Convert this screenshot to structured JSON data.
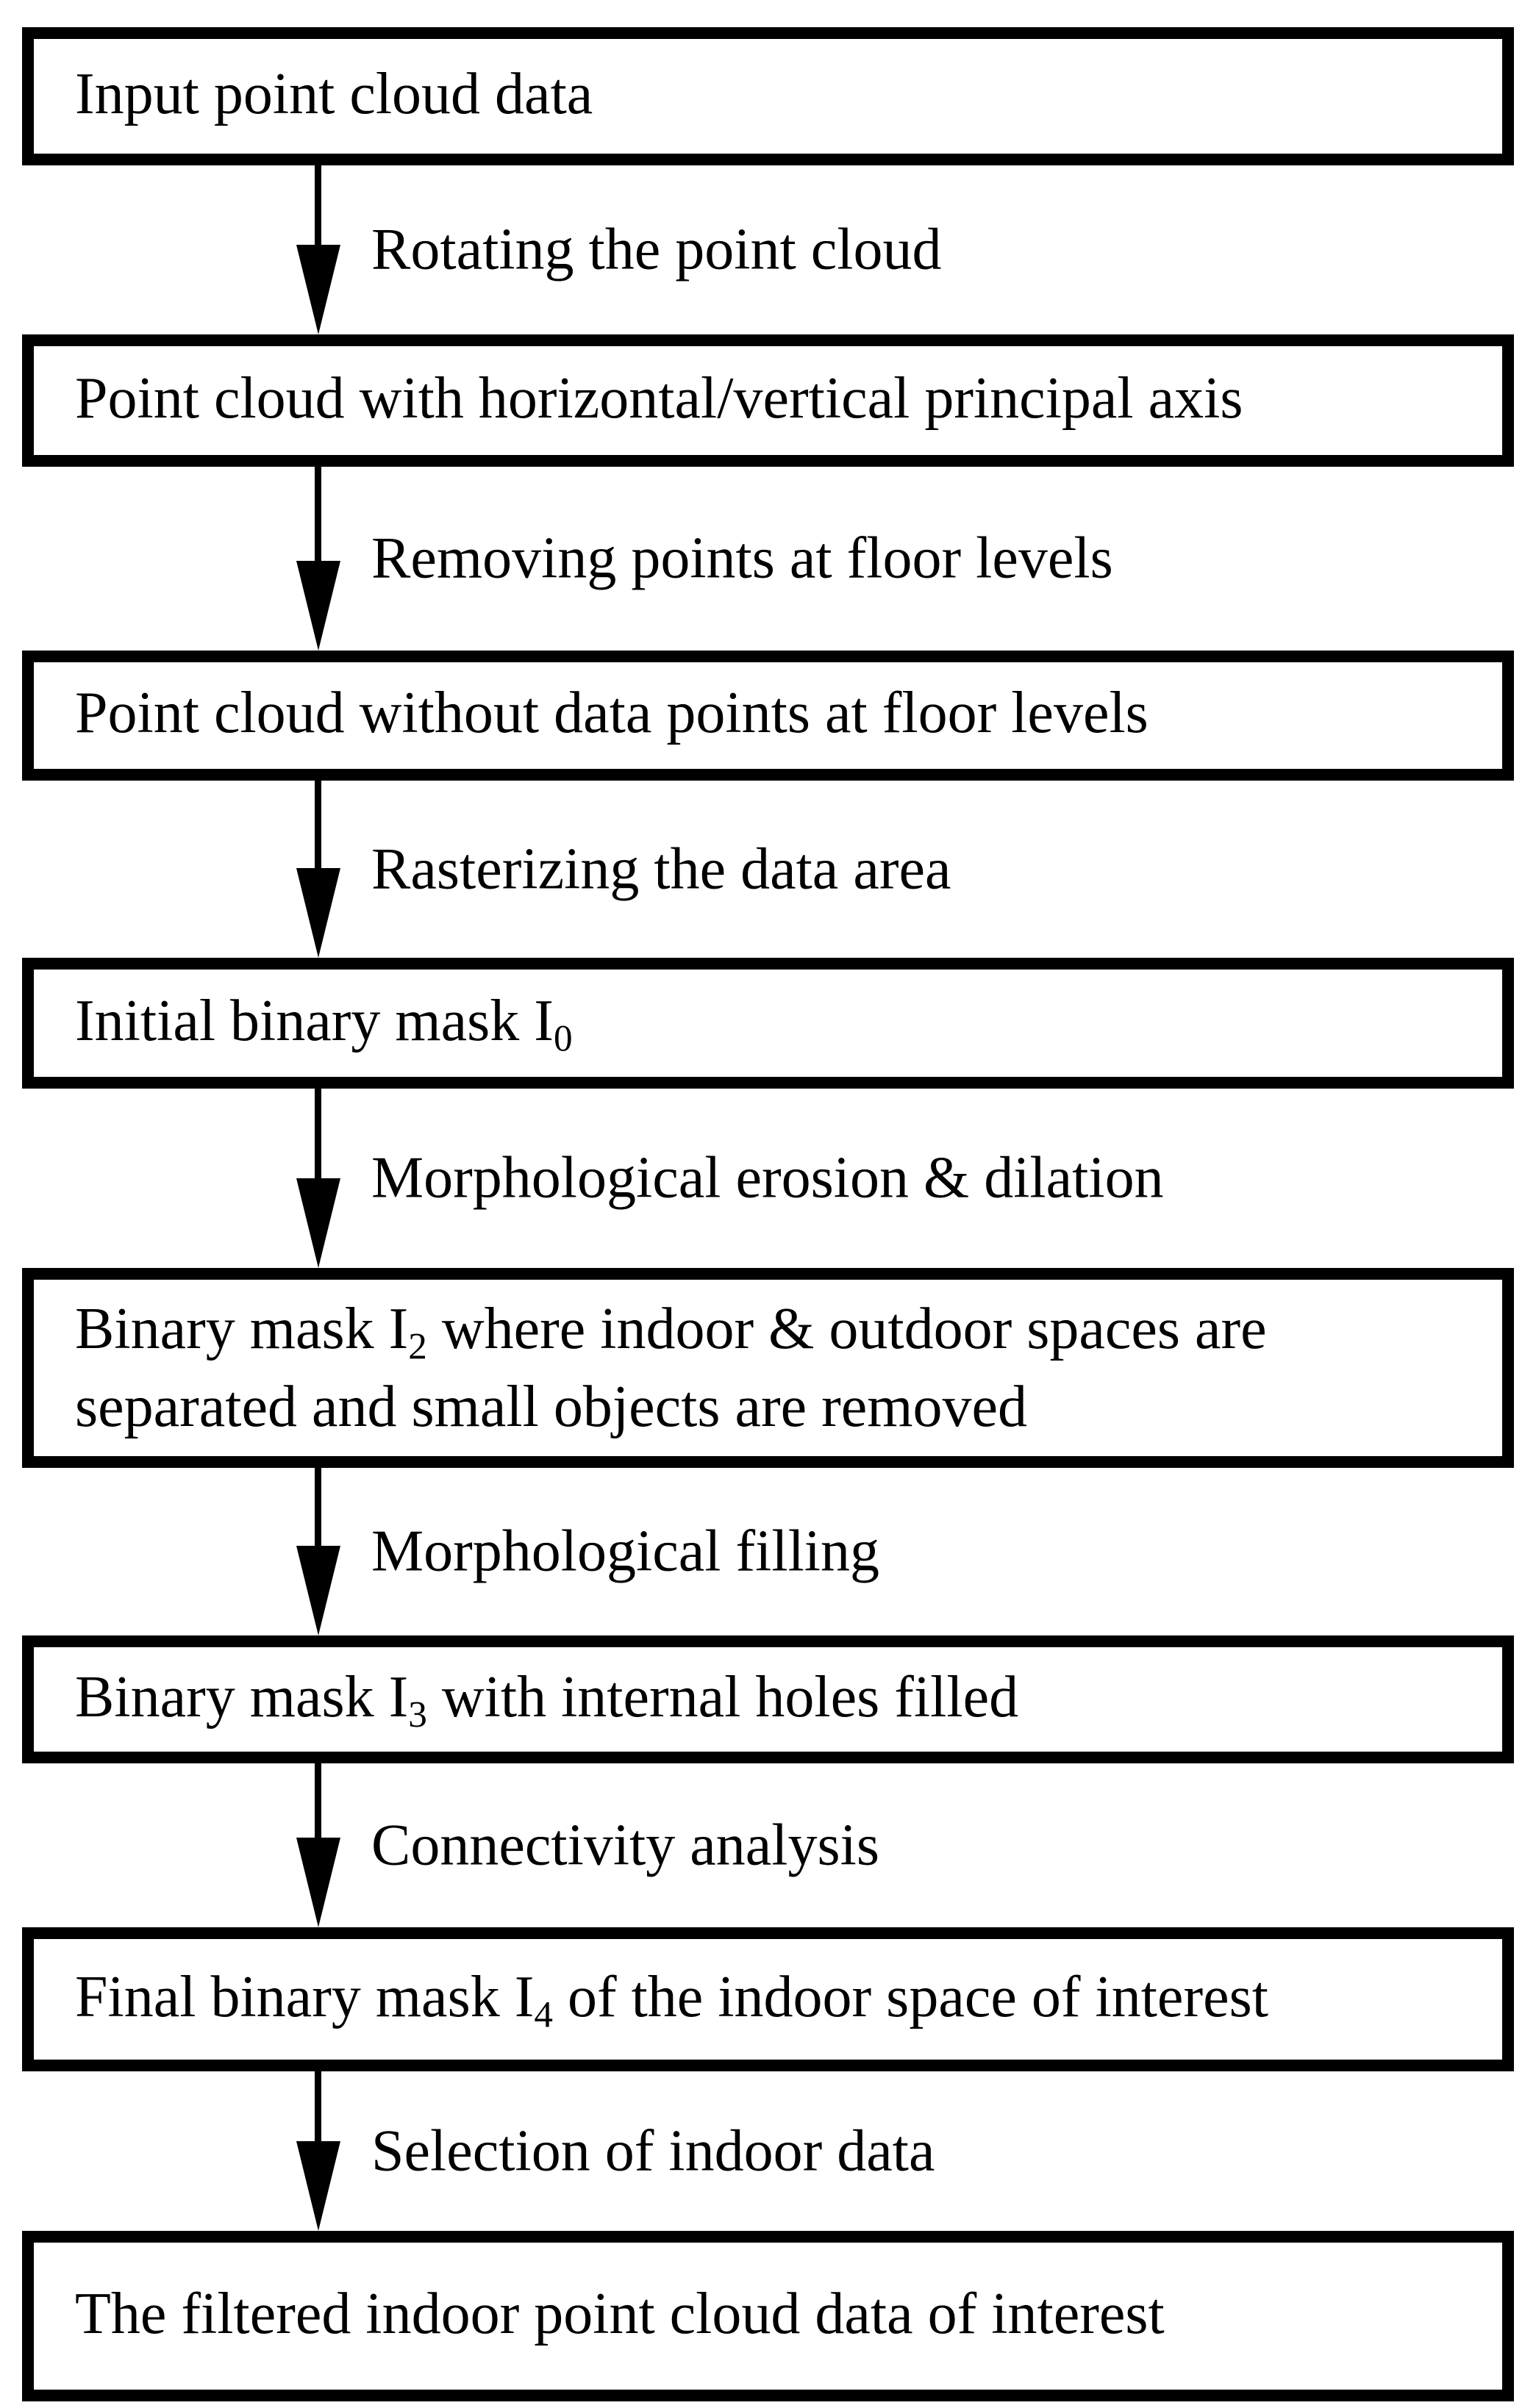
{
  "page": {
    "background_color": "#ffffff",
    "foreground_color": "#000000",
    "type": "flowchart"
  },
  "flowchart": {
    "boxes": [
      {
        "pre": "Input point cloud data",
        "sub": "",
        "post": ""
      },
      {
        "pre": "Point cloud with horizontal/vertical principal axis",
        "sub": "",
        "post": ""
      },
      {
        "pre": "Point cloud without data points at floor levels",
        "sub": "",
        "post": ""
      },
      {
        "pre": "Initial binary mask I",
        "sub": "0",
        "post": ""
      },
      {
        "pre": "Binary mask I",
        "sub": "2",
        "post": " where indoor & outdoor spaces are separated and small objects are removed"
      },
      {
        "pre": "Binary mask I",
        "sub": "3",
        "post": " with internal holes filled"
      },
      {
        "pre": "Final binary mask I",
        "sub": "4",
        "post": " of the indoor space of interest"
      },
      {
        "pre": "The filtered indoor point cloud data of interest",
        "sub": "",
        "post": ""
      }
    ],
    "connectors": [
      {
        "label": "Rotating the point cloud"
      },
      {
        "label": "Removing points at floor levels"
      },
      {
        "label": "Rasterizing the data area"
      },
      {
        "label": "Morphological erosion & dilation"
      },
      {
        "label": "Morphological filling"
      },
      {
        "label": "Connectivity analysis"
      },
      {
        "label": "Selection of indoor data"
      }
    ]
  }
}
